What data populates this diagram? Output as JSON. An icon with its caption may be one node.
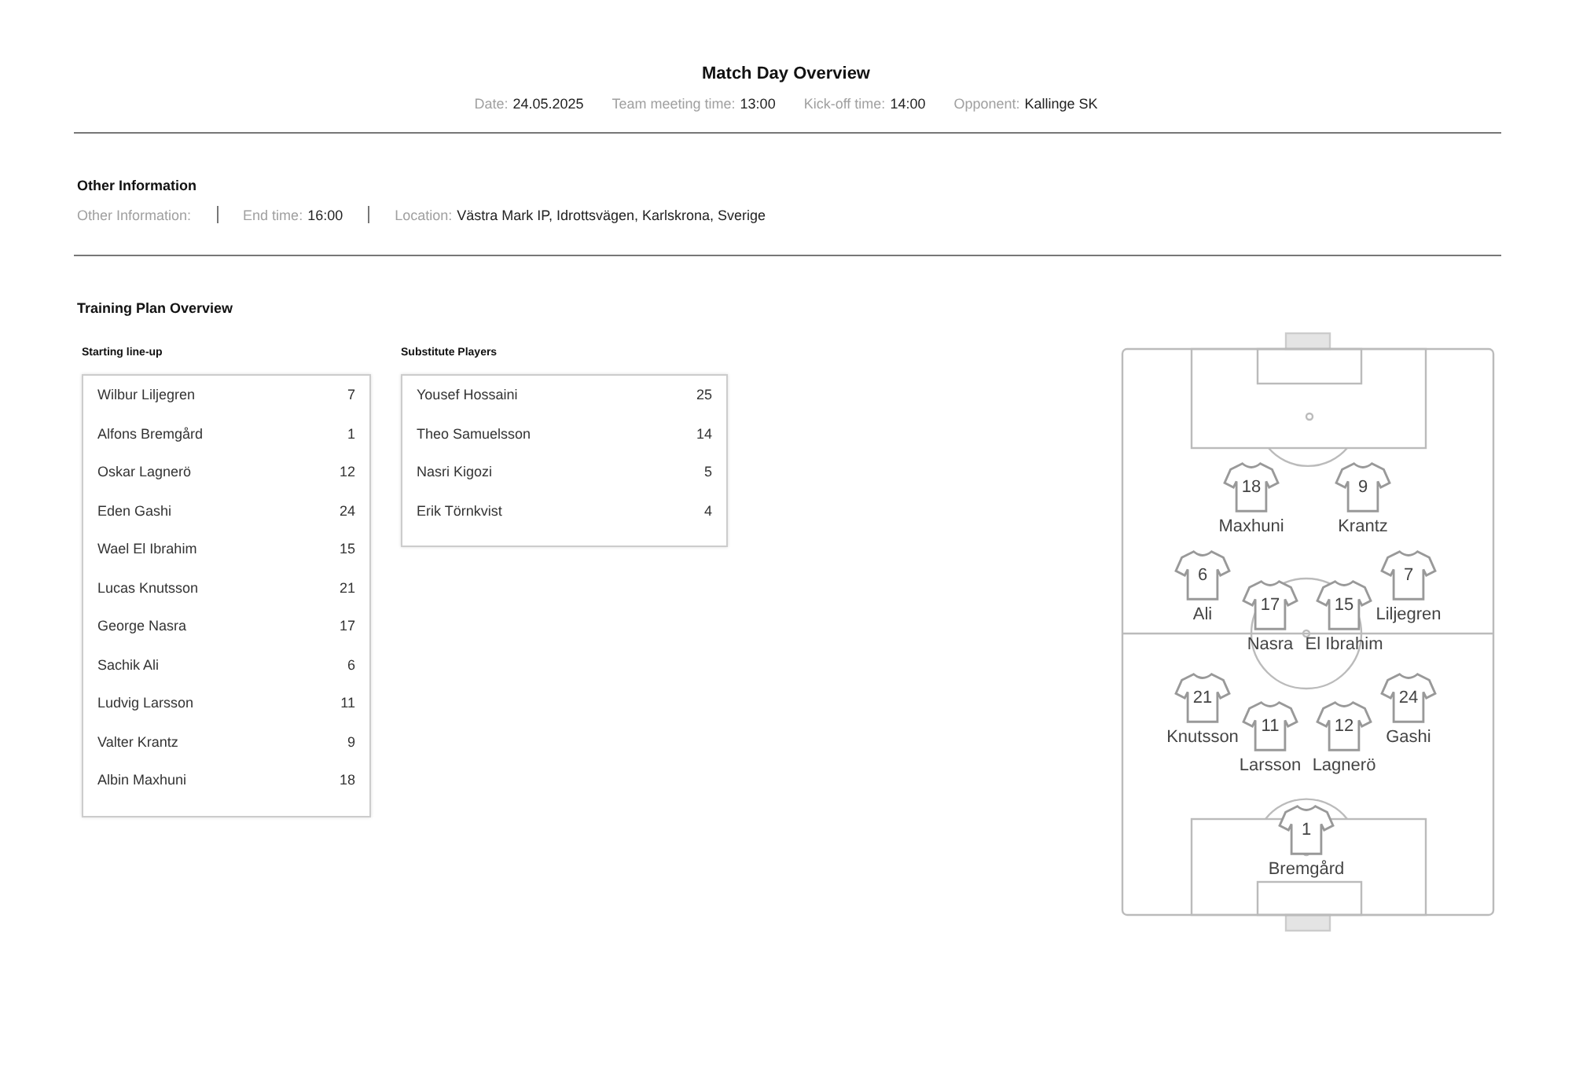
{
  "diagram": {
    "title": "Match Day Overview",
    "nodes": [
      {
        "text": [
          "18"
        ],
        "beside": [
          "Maxhuni"
        ]
      },
      {
        "text": [
          "9"
        ],
        "beside": [
          "Krantz"
        ]
      },
      {
        "text": [
          "6"
        ],
        "beside": [
          "Ali"
        ]
      },
      {
        "text": [
          "7"
        ],
        "beside": [
          "Liljegren"
        ]
      },
      {
        "text": [
          "17"
        ],
        "beside": [
          "Nasra"
        ]
      },
      {
        "text": [
          "15"
        ],
        "beside": [
          "El Ibrahim"
        ]
      },
      {
        "text": [
          "21"
        ],
        "beside": [
          "Knutsson"
        ]
      },
      {
        "text": [
          "24"
        ],
        "beside": [
          "Gashi"
        ]
      },
      {
        "text": [
          "11"
        ],
        "beside": [
          "Larsson"
        ]
      },
      {
        "text": [
          "12"
        ],
        "beside": [
          "Lagnerö"
        ]
      },
      {
        "text": [
          "1"
        ],
        "beside": [
          "Bremgård"
        ]
      }
    ],
    "edges": [],
    "labels": [
      "Date:",
      "24.05.2025",
      "Team meeting time:",
      "13:00",
      "Kick-off time:",
      "14:00",
      "Opponent:",
      "Kallinge SK",
      "Other Information",
      "Other Information:",
      "End time:",
      "16:00",
      "Location:",
      "Västra Mark IP, Idrottsvägen, Karlskrona, Sverige",
      "Training Plan Overview",
      "Starting line-up",
      "Substitute Players",
      "Wilbur Liljegren",
      "7",
      "Alfons Bremgård",
      "1",
      "Oskar Lagnerö",
      "12",
      "Eden Gashi",
      "24",
      "Wael El Ibrahim",
      "15",
      "Lucas Knutsson",
      "21",
      "George Nasra",
      "17",
      "Sachik Ali",
      "6",
      "Ludvig Larsson",
      "11",
      "Valter Krantz",
      "9",
      "Albin Maxhuni",
      "18",
      "Yousef Hossaini",
      "25",
      "Theo Samuelsson",
      "14",
      "Nasri Kigozi",
      "5",
      "Erik Törnkvist",
      "4"
    ]
  }
}
